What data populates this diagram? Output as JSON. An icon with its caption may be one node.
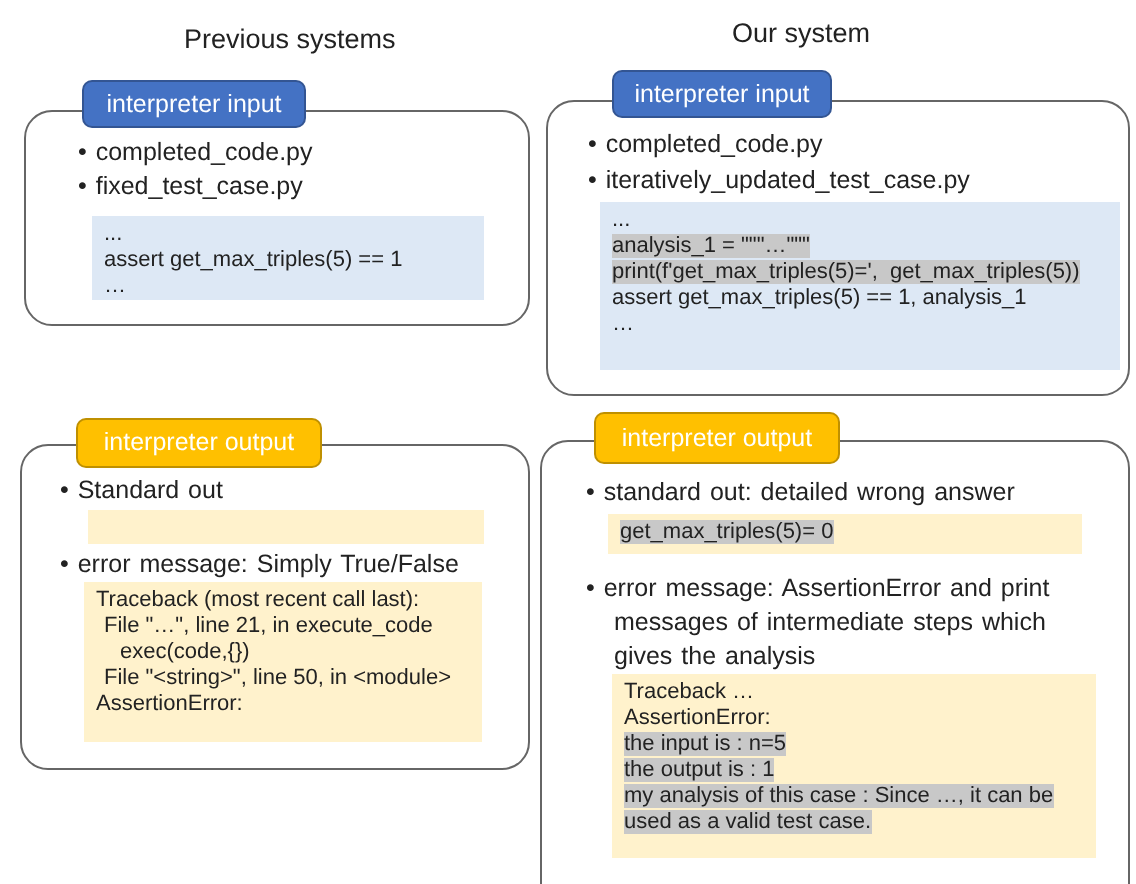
{
  "diagram": {
    "nodes": [
      {
        "text": [
          "interpreter input",
          "• completed_code.py",
          "• fixed_test_case.py"
        ]
      },
      {
        "text": [
          "...",
          "assert get_max_triples(5) == 1",
          "…"
        ],
        "in": 0
      },
      {
        "text": [
          "interpreter input",
          "• completed_code.py",
          "• iteratively_updated_test_case.py"
        ]
      },
      {
        "text": [
          "...",
          "analysis_1 = \"\"\"…\"\"\"",
          "print(f'get_max_triples(5)=',  get_max_triples(5))",
          "assert get_max_triples(5) == 1, analysis_1",
          "…"
        ],
        "in": 2
      },
      {
        "text": [
          "interpreter output",
          "• Standard out",
          "• error message: Simply True/False"
        ]
      },
      {
        "text": [],
        "shape": "box",
        "in": 4
      },
      {
        "text": [
          "Traceback (most recent call last):",
          "File \"…\", line 21, in execute_code",
          "exec(code,{})",
          "File \"<string>\", line 50, in <module>",
          "AssertionError:"
        ],
        "in": 4
      },
      {
        "text": [
          "interpreter output",
          "• standard out: detailed wrong answer",
          "• error message: AssertionError and print messages of intermediate steps which gives the analysis"
        ]
      },
      {
        "text": [
          "get_max_triples(5)= 0"
        ],
        "in": 7
      },
      {
        "text": [
          "Traceback …",
          "AssertionError:",
          "the input is : n=5",
          "the output is : 1",
          "my analysis of this case : Since …, it can be used as a valid test case."
        ],
        "in": 7
      }
    ],
    "labels": [
      "Previous systems",
      "Our system"
    ]
  }
}
